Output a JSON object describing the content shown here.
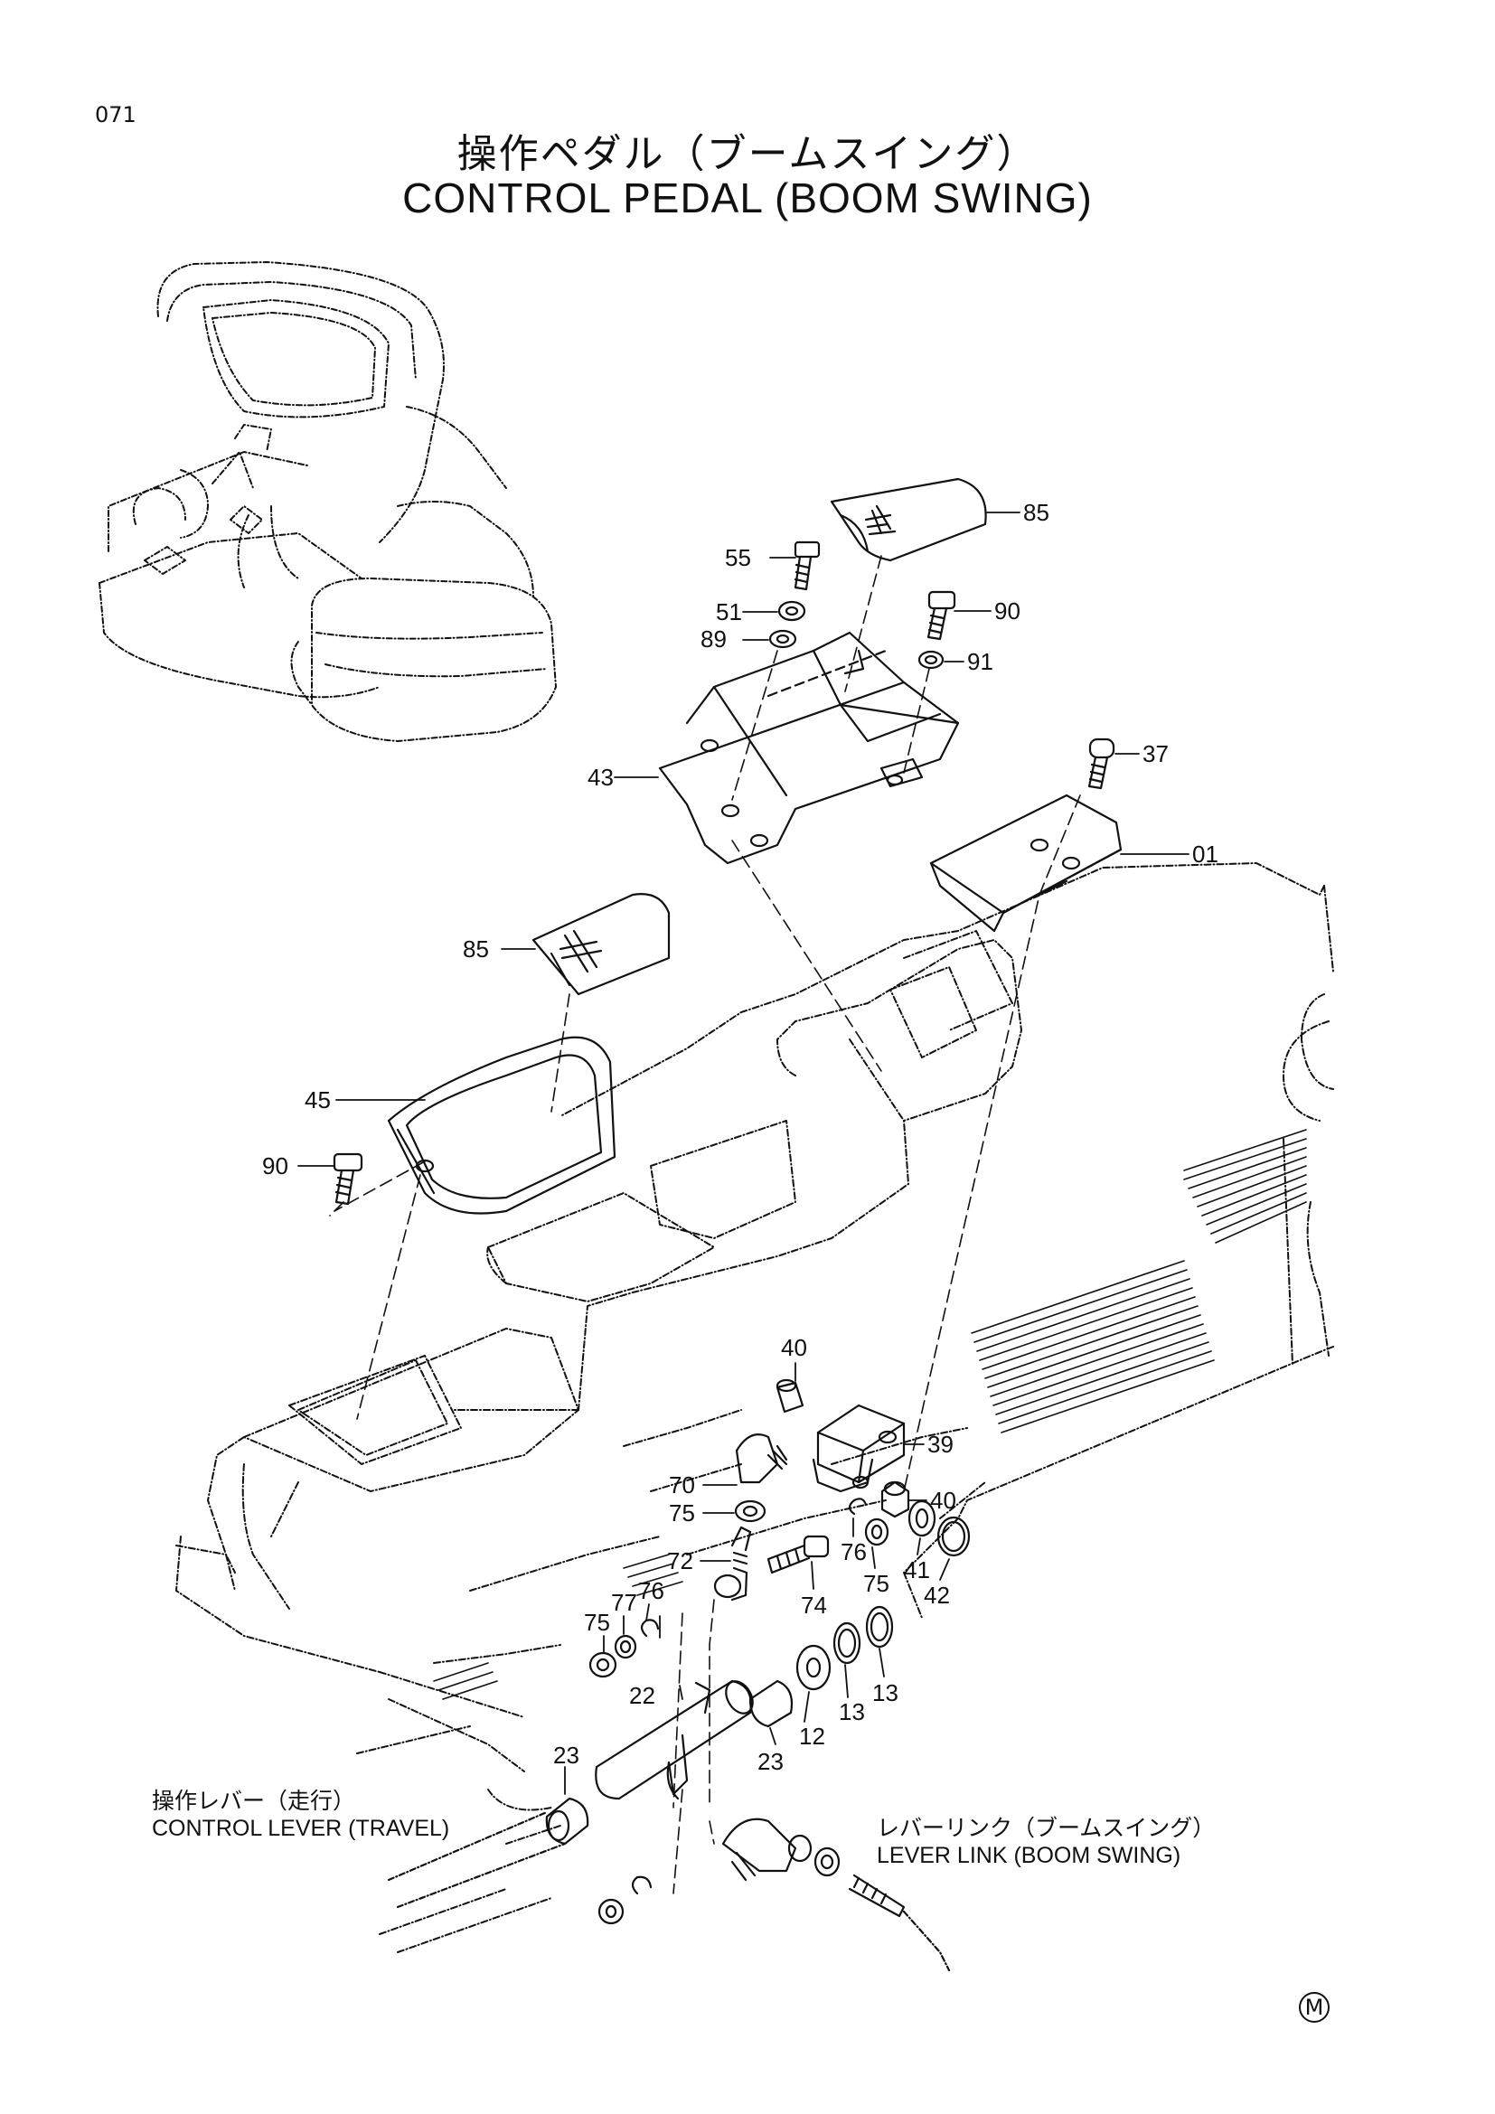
{
  "page_number": "071",
  "title_jp": "操作ペダル（ブームスイング）",
  "title_en": "CONTROL PEDAL (BOOM SWING)",
  "captions": {
    "control_lever_jp": "操作レバー（走行）",
    "control_lever_en": "CONTROL LEVER (TRAVEL)",
    "lever_link_jp": "レバーリンク（ブームスイング）",
    "lever_link_en": "LEVER LINK (BOOM SWING)"
  },
  "mark": "M",
  "callouts": [
    "85",
    "55",
    "51",
    "89",
    "90",
    "91",
    "43",
    "37",
    "01",
    "85",
    "45",
    "90",
    "40",
    "39",
    "70",
    "40",
    "75",
    "72",
    "76",
    "75",
    "41",
    "42",
    "74",
    "77",
    "76",
    "75",
    "22",
    "23",
    "12",
    "13",
    "13",
    "23"
  ]
}
